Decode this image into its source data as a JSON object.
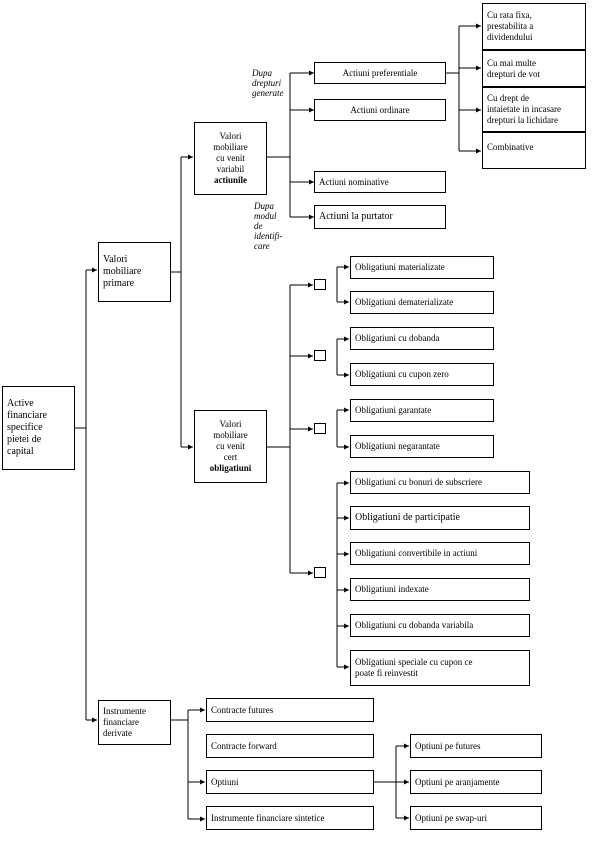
{
  "root": {
    "label": "Active\nfinanciare\nspecifice\npietei de\ncapital"
  },
  "primare": {
    "label": "Valori\nmobiliare\nprimare"
  },
  "derivate": {
    "label": "Instrumente\nfinanciare\nderivate"
  },
  "variabil": {
    "label": "Valori\nmobiliare\ncu venit\nvariabil",
    "bold": "actiunile"
  },
  "cert": {
    "label": "Valori\nmobiliare\ncu venit\ncert",
    "bold": "obligatiuni"
  },
  "notes": {
    "drepturi": "Dupa\ndrepturi\ngenerate",
    "identificare": "Dupa\nmodul\nde\nidentifi-\ncare"
  },
  "actiuni": {
    "preferentiale": "Actiuni preferentiale",
    "ordinare": "Actiuni ordinare",
    "nominative": "Actiuni nominative",
    "purtator": "Actiuni la purtator"
  },
  "preferentiale_tipuri": {
    "rata_fixa": "Cu rata fixa,\nprestabilita a\ndividendului",
    "vot": "Cu mai multe\ndrepturi de vot",
    "lichidare": "Cu drept de\nintaietate in incasare\ndrepturi la lichidare",
    "combinative": "Combinative"
  },
  "obligatiuni": {
    "materializate": "Obligatiuni materializate",
    "dematerializate": "Obligatiuni dematerializate",
    "dobanda": "Obligatiuni cu dobanda",
    "cupon_zero": "Obligatiuni cu cupon zero",
    "garantate": "Obligatiuni garantate",
    "negarantate": "Obligatiuni negarantate",
    "bonuri": "Obligatiuni cu bonuri de subscriere",
    "participatie": "Obligatiuni de participatie",
    "convertibile": "Obligatiuni convertibile in actiuni",
    "indexate": "Obligatiuni indexate",
    "variabila": "Obligatiuni cu dobanda variabila",
    "speciale": "Obligatiuni speciale cu cupon ce\npoate fi reinvestit"
  },
  "derivate_tipuri": {
    "futures": "Contracte futures",
    "forward": "Contracte forward",
    "optiuni": "Optiuni",
    "sintetice": "Instrumente financiare sintetice"
  },
  "optiuni_tipuri": {
    "futures": "Optiuni pe futures",
    "aranjamente": "Optiuni pe aranjamente",
    "swap": "Optiuni pe swap-uri"
  }
}
